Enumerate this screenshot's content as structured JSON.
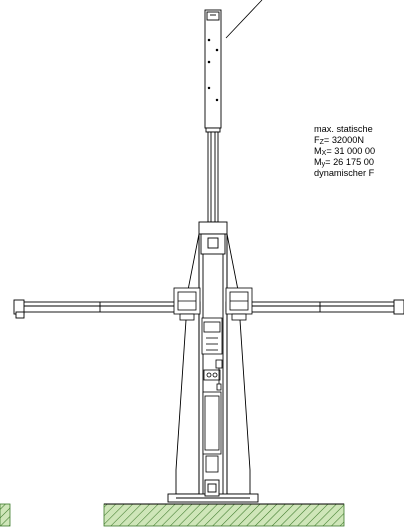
{
  "annotation": {
    "line1": "max. statische",
    "fz_symbol": "F",
    "fz_sub": "Z",
    "fz_value": "= 32000N",
    "mx_symbol": "M",
    "mx_sub": "X",
    "mx_value": "= 31 000 00",
    "my_symbol": "M",
    "my_sub": "y",
    "my_value": "= 26 175 00",
    "line5": "dynamischer F"
  }
}
